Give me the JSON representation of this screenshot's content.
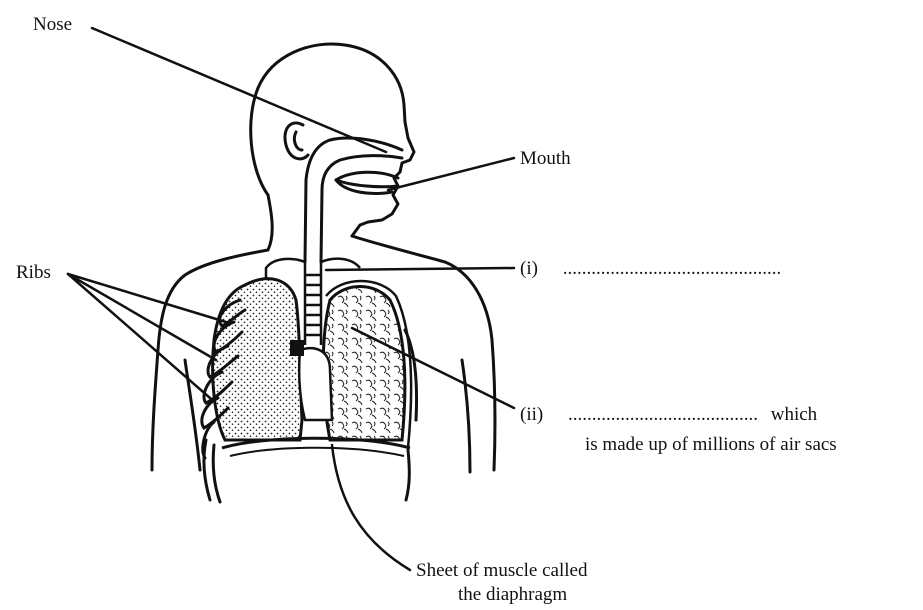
{
  "labels": {
    "nose": "Nose",
    "mouth": "Mouth",
    "ribs": "Ribs",
    "i_marker": "(i)",
    "i_blank": "..............................................",
    "ii_marker": "(ii)",
    "ii_blank": "........................................",
    "ii_suffix": "which",
    "ii_line2": "is made up of millions of air sacs",
    "diaphragm_line1": "Sheet of muscle called",
    "diaphragm_line2": "the diaphragm"
  },
  "colors": {
    "ink": "#111111",
    "lung_fill": "#e6e6e6",
    "background": "#ffffff"
  }
}
